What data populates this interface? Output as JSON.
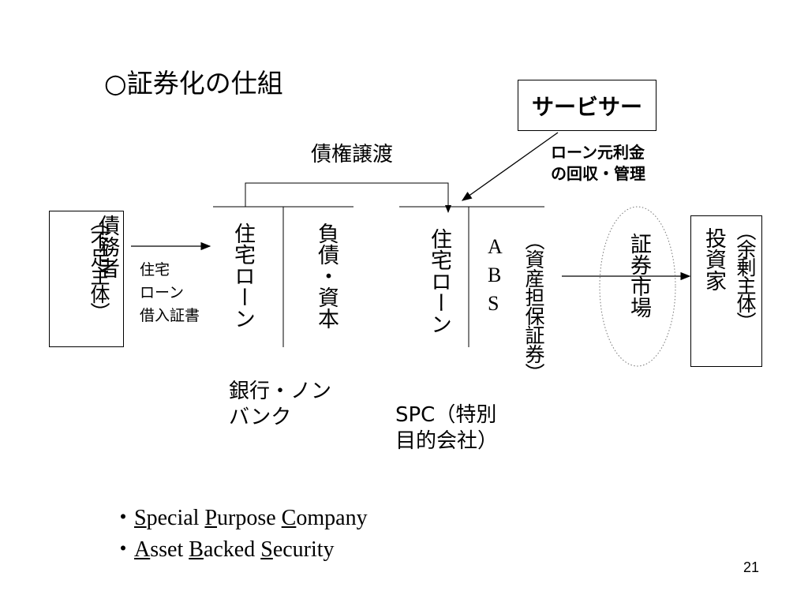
{
  "title": "○証券化の仕組",
  "servicer": "サービサー",
  "servicer_note": [
    "ローン元利金",
    "の回収・管理"
  ],
  "transfer_label": "債権譲渡",
  "debtor": {
    "name": "債務者",
    "role": "（不足主体）"
  },
  "loan_doc": [
    "住宅",
    "ローン",
    "借入証書"
  ],
  "bank": {
    "assets": "住宅ローン",
    "liabilities": "負債・資本",
    "name_lines": [
      "銀行・ノン",
      "バンク"
    ]
  },
  "spc": {
    "assets": "住宅ローン",
    "abs_letters": [
      "A",
      "B",
      "S"
    ],
    "abs_note": "（資産担保証券）",
    "name_lines": [
      "SPC（特別",
      "目的会社）"
    ]
  },
  "market": "証券市場",
  "investor": {
    "name": "投資家",
    "role": "（余剰主体）"
  },
  "bullets": [
    {
      "prefix": "・",
      "parts": [
        {
          "u": "S",
          "t": "pecial "
        },
        {
          "u": "P",
          "t": "urpose "
        },
        {
          "u": "C",
          "t": "ompany"
        }
      ]
    },
    {
      "prefix": "・",
      "parts": [
        {
          "u": "A",
          "t": "sset "
        },
        {
          "u": "B",
          "t": "acked "
        },
        {
          "u": "S",
          "t": "ecurity"
        }
      ]
    }
  ],
  "page_number": "21"
}
